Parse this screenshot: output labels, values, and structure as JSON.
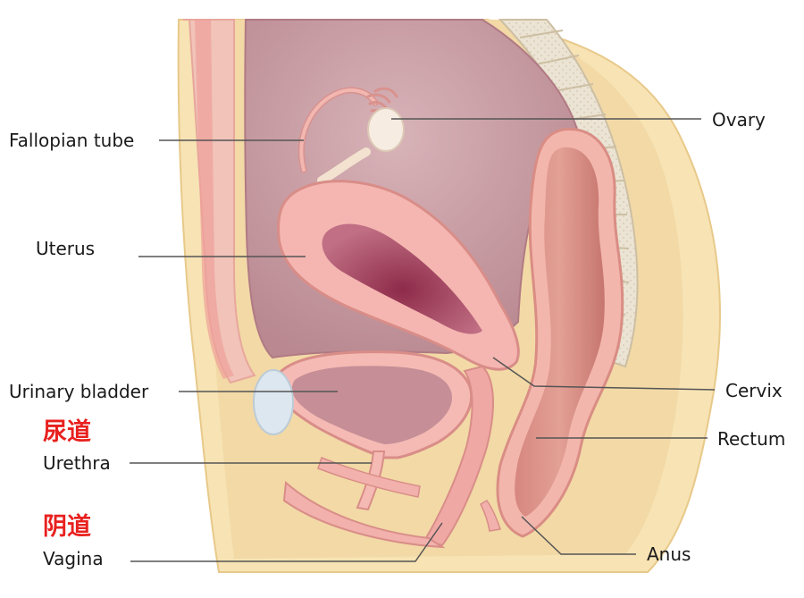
{
  "labels": {
    "fallopian_tube": "Fallopian tube",
    "ovary": "Ovary",
    "uterus": "Uterus",
    "urinary_bladder": "Urinary bladder",
    "cervix": "Cervix",
    "rectum": "Rectum",
    "urethra": "Urethra",
    "vagina": "Vagina",
    "anus": "Anus"
  },
  "chinese_labels": {
    "urethra": "尿道",
    "vagina": "阴道"
  },
  "colors": {
    "outer_tissue": "#f7e3b4",
    "inner_body": "#f1d8a8",
    "cavity": "#c99aa2",
    "organ_wall": "#f0a7a6",
    "organ_inner": "#a8556a",
    "spine": "#e6dcc9",
    "leader_line": "#555555",
    "chinese_label": "#e8211f"
  }
}
